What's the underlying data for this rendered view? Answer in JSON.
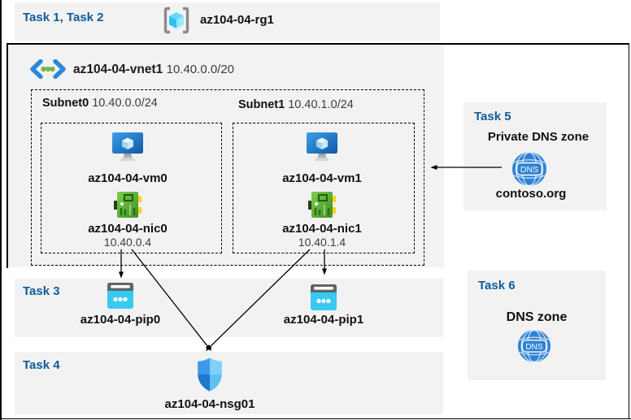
{
  "header": {
    "task_label": "Task 1, Task 2",
    "resource_group": "az104-04-rg1"
  },
  "vnet": {
    "name": "az104-04-vnet1",
    "cidr": "10.40.0.0/20",
    "subnets": [
      {
        "name": "Subnet0",
        "cidr": "10.40.0.0/24",
        "vm": "az104-04-vm0",
        "nic": "az104-04-nic0",
        "ip": "10.40.0.4"
      },
      {
        "name": "Subnet1",
        "cidr": "10.40.1.0/24",
        "vm": "az104-04-vm1",
        "nic": "az104-04-nic1",
        "ip": "10.40.1.4"
      }
    ]
  },
  "task3": {
    "label": "Task 3",
    "pips": [
      "az104-04-pip0",
      "az104-04-pip1"
    ]
  },
  "task4": {
    "label": "Task 4",
    "nsg": "az104-04-nsg01"
  },
  "task5": {
    "label": "Task 5",
    "title": "Private DNS zone",
    "zone_name": "contoso.org"
  },
  "task6": {
    "label": "Task 6",
    "title": "DNS zone"
  },
  "icons": {
    "dns_label": "DNS",
    "names": [
      "resource-group-icon",
      "virtual-network-icon",
      "virtual-machine-icon",
      "network-interface-icon",
      "public-ip-icon",
      "nsg-shield-icon",
      "dns-globe-icon"
    ]
  },
  "colors": {
    "task_blue": "#0f5b99",
    "panel_gray": "#f2f2f2",
    "pip_cyan": "#38c9f0",
    "nic_green": "#5cb33b",
    "nic_yellow": "#ffd21e",
    "vm_blue": "#2f93e8",
    "dns_blue": "#2e82d4",
    "vnet_chevron_blue": "#2b87d8",
    "vnet_dot_green": "#76b643",
    "cube_cyan": "#62dbf8",
    "line_black": "#000000"
  }
}
